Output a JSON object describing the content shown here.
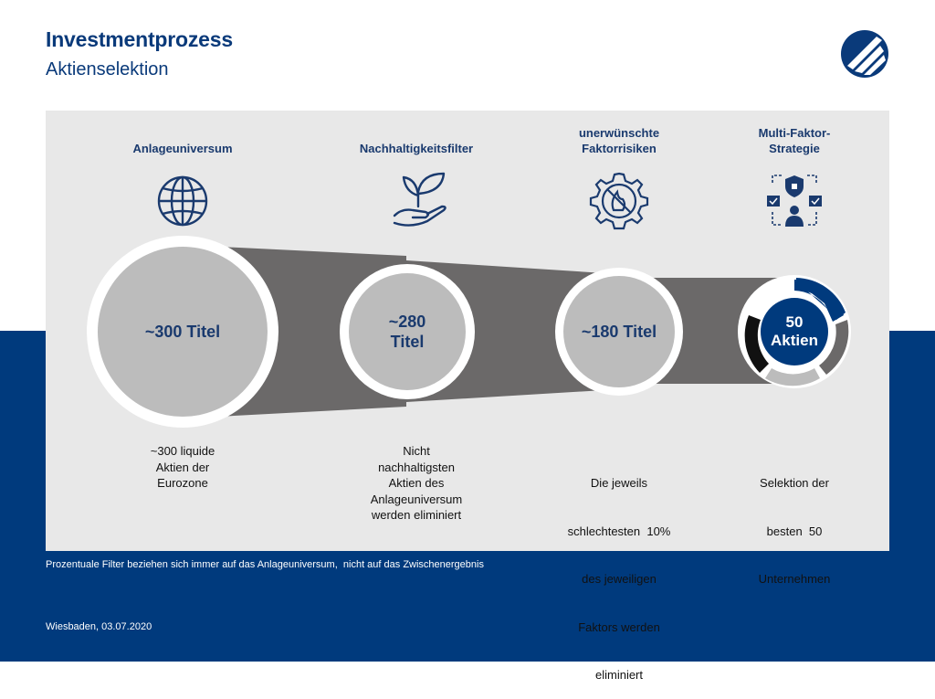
{
  "header": {
    "title": "Investmentprozess",
    "subtitle": "Aktienselektion"
  },
  "stages": [
    {
      "label": "Anlageuniversum",
      "icon": "globe-icon",
      "count": "~300 Titel",
      "description": [
        "~300 liquide",
        "Aktien der",
        "Eurozone"
      ]
    },
    {
      "label": "Nachhaltigkeitsfilter",
      "icon": "plant-in-hand-icon",
      "count_line1": "~280",
      "count_line2": "Titel",
      "description": [
        "Nicht",
        "nachhaltigsten",
        "Aktien des",
        "Anlageuniversum",
        "werden eliminiert"
      ]
    },
    {
      "label_line1": "unerwünschte",
      "label_line2": "Faktorrisiken",
      "icon": "gear-no-fire-icon",
      "count": "~180 Titel",
      "description": [
        "Die jeweils",
        "schlechtesten  10%",
        "des jeweiligen",
        "Faktors werden",
        "eliminiert"
      ]
    },
    {
      "label_line1": "Multi-Faktor-",
      "label_line2": "Strategie",
      "icon": "network-security-icon",
      "count_line1": "50",
      "count_line2": "Aktien",
      "description": [
        "Selektion der",
        "besten  50",
        "Unternehmen"
      ]
    }
  ],
  "footnote": "Prozentuale Filter beziehen sich immer auf das Anlageuniversum,  nicht auf das Zwischenergebnis",
  "footer": "Wiesbaden, 03.07.2020",
  "colors": {
    "navy": "#003a7d",
    "text_blue": "#1a3a6e",
    "panel_grey": "#e8e8e8",
    "funnel_grey": "#6b6969",
    "circle_grey": "#bcbcbc"
  }
}
